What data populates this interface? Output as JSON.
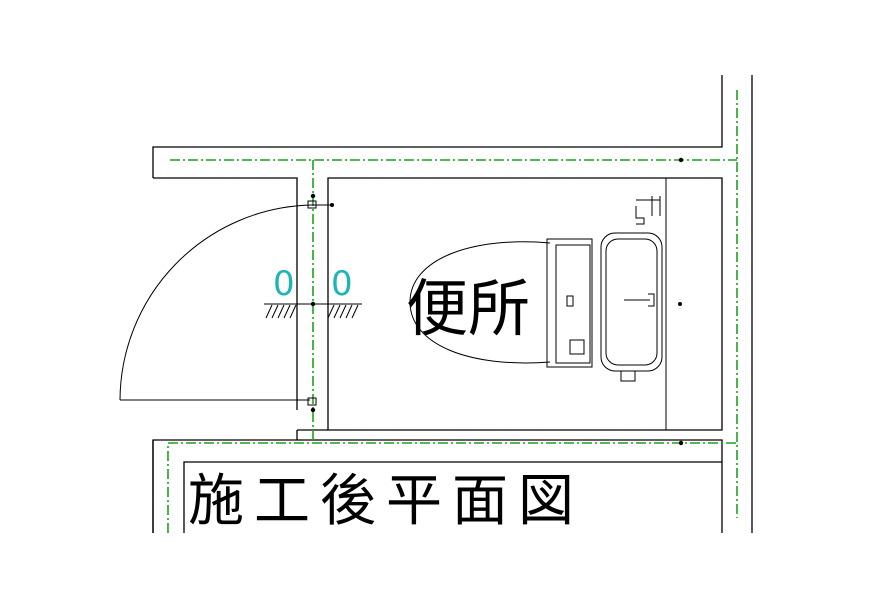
{
  "drawing": {
    "room_label": "便所",
    "title": "施工後平面図",
    "door_marks": [
      "0",
      "0"
    ]
  },
  "colors": {
    "line": "#000000",
    "grid_line": "#1aa31a",
    "mark": "#1fb5b5",
    "background": "#ffffff"
  }
}
